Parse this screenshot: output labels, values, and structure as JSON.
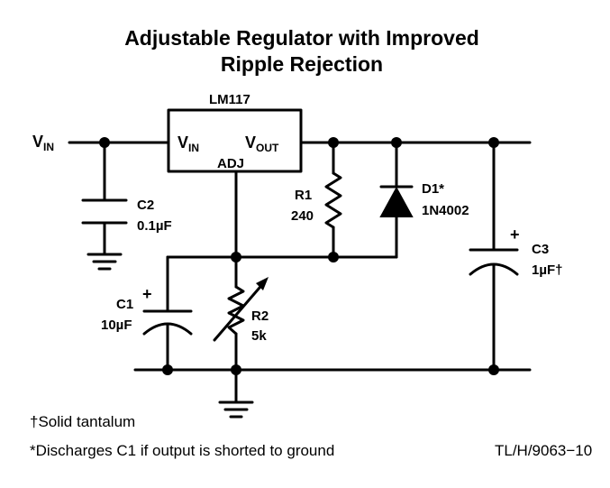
{
  "title": {
    "line1": "Adjustable Regulator with Improved",
    "line2": "Ripple Rejection"
  },
  "ic": {
    "part": "LM117",
    "vin_main": "V",
    "vin_sub": "IN",
    "vout_main": "V",
    "vout_sub": "OUT",
    "adj": "ADJ"
  },
  "input": {
    "main": "V",
    "sub": "IN"
  },
  "components": {
    "c2": {
      "ref": "C2",
      "value": "0.1µF"
    },
    "c1": {
      "ref": "C1",
      "value": "10µF",
      "polarity": "+"
    },
    "r1": {
      "ref": "R1",
      "value": "240"
    },
    "r2": {
      "ref": "R2",
      "value": "5k"
    },
    "d1": {
      "ref": "D1*",
      "value": "1N4002"
    },
    "c3": {
      "ref": "C3",
      "value": "1µF†",
      "polarity": "+"
    }
  },
  "notes": {
    "dagger": "†Solid tantalum",
    "asterisk": "*Discharges C1 if output is shorted to ground",
    "code": "TL/H/9063−10"
  }
}
